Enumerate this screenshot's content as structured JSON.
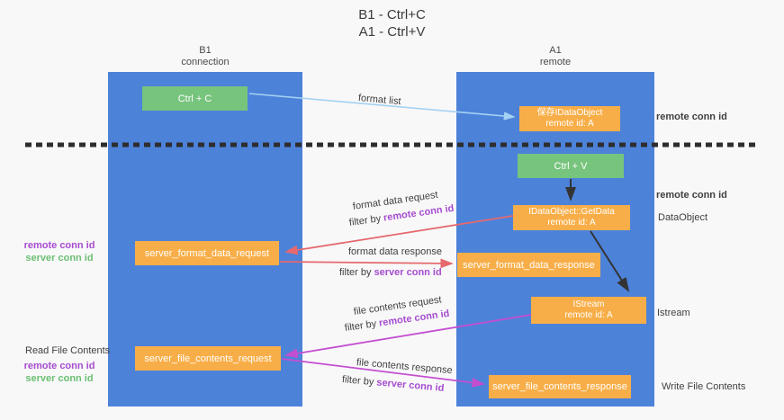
{
  "title": {
    "line1": "B1 - Ctrl+C",
    "line2": "A1 - Ctrl+V"
  },
  "lifelines": {
    "b1": {
      "name": "B1",
      "role": "connection"
    },
    "a1": {
      "name": "A1",
      "role": "remote"
    }
  },
  "nodes": {
    "ctrl_c": {
      "label": "Ctrl + C"
    },
    "ctrl_v": {
      "label": "Ctrl + V"
    },
    "save_dataobject": {
      "line1": "保存IDataObject",
      "line2": "remote id: A"
    },
    "getdata": {
      "line1": "IDataObject::GetData",
      "line2": "remote id: A"
    },
    "istream": {
      "line1": "IStream",
      "line2": "remote id: A"
    },
    "format_request": {
      "label": "server_format_data_request"
    },
    "format_response": {
      "label": "server_format_data_response"
    },
    "file_request": {
      "label": "server_file_contents_request"
    },
    "file_response": {
      "label": "server_file_contents_response"
    }
  },
  "annotations": {
    "remote_conn_id_top": "remote conn id",
    "remote_conn_id_mid": "remote conn id",
    "dataobject": "DataObject",
    "istream": "Istream",
    "read_file_contents": "Read File Contents",
    "write_file_contents": "Write File Contents",
    "left_mid": {
      "remote": "remote conn id",
      "server": "server conn id"
    },
    "left_bottom": {
      "remote": "remote conn id",
      "server": "server conn id"
    }
  },
  "flows": {
    "format_list": "format list",
    "format_data_request": "format data request",
    "filter_remote_1": {
      "prefix": "filter by ",
      "value": "remote conn id"
    },
    "format_data_response": "format data response",
    "filter_server_1": {
      "prefix": "filter by ",
      "value": "server conn id"
    },
    "file_contents_request": "file contents request",
    "filter_remote_2": {
      "prefix": "filter by ",
      "value": "remote conn id"
    },
    "file_contents_response": "file contents response",
    "filter_server_2": {
      "prefix": "filter by ",
      "value": "server conn id"
    }
  },
  "colors": {
    "lifeline_blue": "#4d82d9",
    "node_orange": "#f8ae48",
    "node_green": "#77c47d",
    "arrow_light_blue": "#a4d2f2",
    "arrow_red": "#e5696e",
    "arrow_magenta": "#c44ed0",
    "arrow_black": "#333333",
    "text_purple": "#a64ccf",
    "text_green": "#6cbf72",
    "dashed_divider": "#2d2d2d"
  }
}
